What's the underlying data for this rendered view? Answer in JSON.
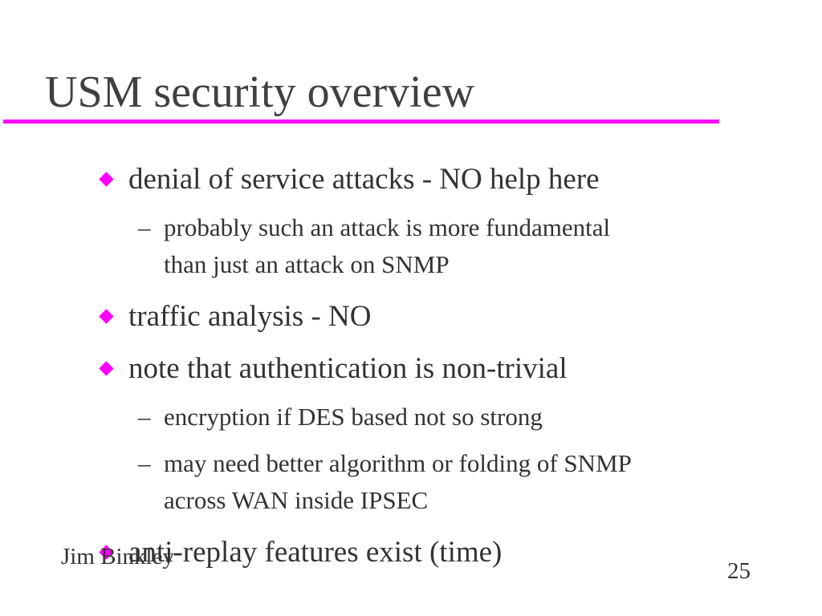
{
  "slide": {
    "title": "USM security overview",
    "accent_color": "#ff00ff",
    "bullets": [
      {
        "text": "denial of service attacks - NO help here",
        "sub": [
          {
            "line1": "probably such an attack is more fundamental",
            "line2": "than just an attack on SNMP"
          }
        ]
      },
      {
        "text": "traffic analysis - NO",
        "sub": []
      },
      {
        "text": "note that authentication is non-trivial",
        "sub": [
          {
            "line1": "encryption if DES based not so strong"
          },
          {
            "line1": "may need better algorithm or folding of SNMP",
            "line2": "across WAN inside IPSEC"
          }
        ]
      },
      {
        "text": "anti-replay features exist (time)",
        "sub": []
      }
    ],
    "sub_bullet_marker": "–",
    "bullet_icon": "magenta-diamond-icon"
  },
  "footer": {
    "author": "Jim Binkley",
    "page_number": "25"
  }
}
